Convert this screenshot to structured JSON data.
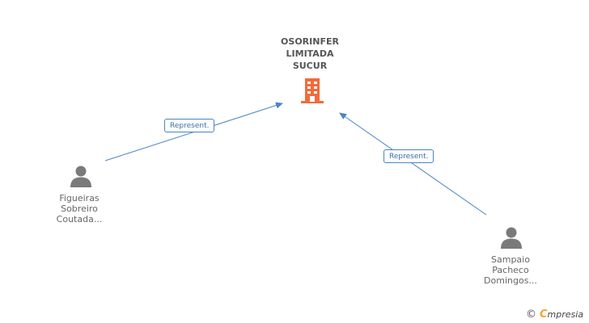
{
  "company": {
    "name_lines": [
      "OSORINFER",
      "LIMITADA",
      "SUCUR"
    ],
    "icon": "building-icon",
    "icon_color": "#f26b3a"
  },
  "people": [
    {
      "id": "person-1",
      "name_lines": [
        "Figueiras",
        "Sobreiro",
        "Coutada..."
      ],
      "icon": "person-icon",
      "icon_color": "#7a7a7a"
    },
    {
      "id": "person-2",
      "name_lines": [
        "Sampaio",
        "Pacheco",
        "Domingos..."
      ],
      "icon": "person-icon",
      "icon_color": "#7a7a7a"
    }
  ],
  "relations": [
    {
      "from": "person-1",
      "to": "company",
      "label": "Represent."
    },
    {
      "from": "person-2",
      "to": "company",
      "label": "Represent."
    }
  ],
  "edge_color": "#4a84c4",
  "brand": {
    "copyright_symbol": "©",
    "logo_initial": "C",
    "logo_rest": "mpresia",
    "logo_color": "#f3a531"
  }
}
